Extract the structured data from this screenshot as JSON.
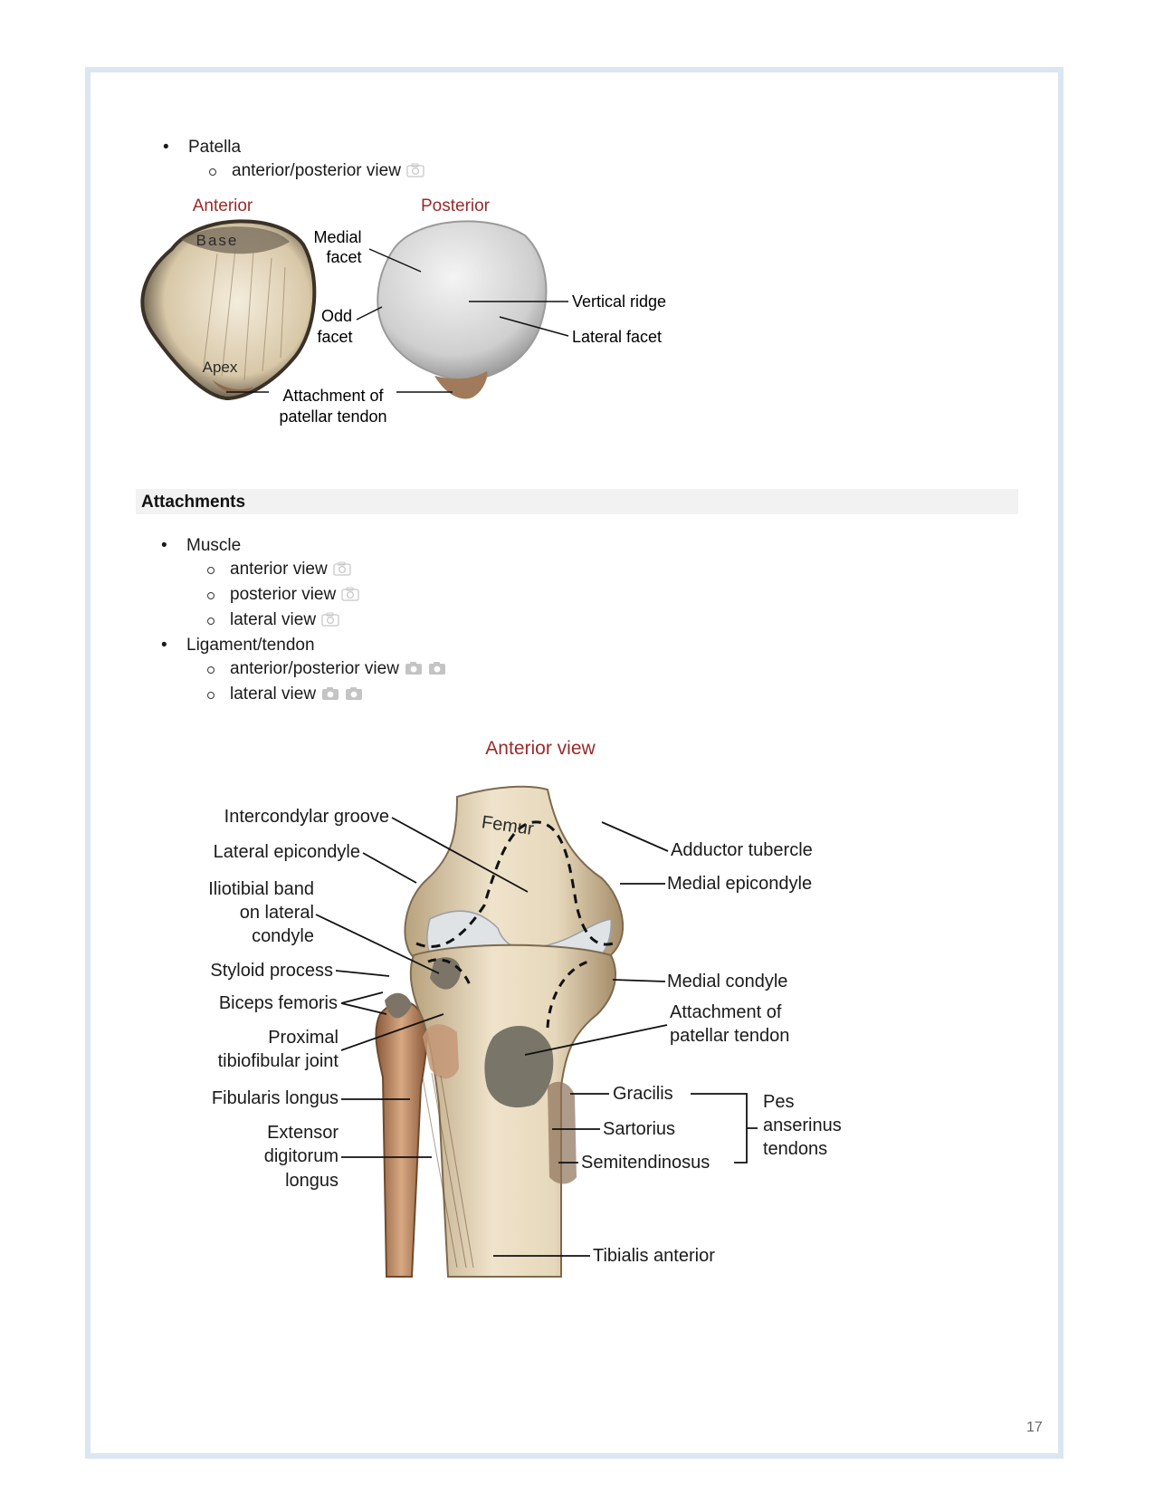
{
  "patella_list": {
    "item": "Patella",
    "sub": "anterior/posterior view"
  },
  "patella_figure": {
    "anterior_title": "Anterior",
    "posterior_title": "Posterior",
    "base": "Base",
    "apex": "Apex",
    "medial_facet_1": "Medial",
    "medial_facet_2": "facet",
    "odd_facet_1": "Odd",
    "odd_facet_2": "facet",
    "vertical_ridge": "Vertical ridge",
    "lateral_facet": "Lateral facet",
    "attachment_1": "Attachment of",
    "attachment_2": "patellar tendon"
  },
  "section": {
    "title": "Attachments"
  },
  "attachments_list": {
    "muscle": "Muscle",
    "muscle_anterior": "anterior view",
    "muscle_posterior": "posterior view",
    "muscle_lateral": "lateral view",
    "ligament": "Ligament/tendon",
    "lig_antpost": "anterior/posterior view",
    "lig_lateral": "lateral view"
  },
  "knee_figure": {
    "title": "Anterior view",
    "femur": "Femur",
    "intercondylar_groove": "Intercondylar groove",
    "lateral_epicondyle": "Lateral epicondyle",
    "iliotibial_1": "Iliotibial band",
    "iliotibial_2": "on lateral",
    "iliotibial_3": "condyle",
    "styloid": "Styloid process",
    "biceps": "Biceps femoris",
    "proximal_1": "Proximal",
    "proximal_2": "tibiofibular joint",
    "fibularis": "Fibularis longus",
    "extensor_1": "Extensor",
    "extensor_2": "digitorum",
    "extensor_3": "longus",
    "adductor": "Adductor tubercle",
    "medial_epicondyle": "Medial epicondyle",
    "medial_condyle": "Medial condyle",
    "attach_1": "Attachment of",
    "attach_2": "patellar tendon",
    "gracilis": "Gracilis",
    "sartorius": "Sartorius",
    "semitendinosus": "Semitendinosus",
    "pes_1": "Pes",
    "pes_2": "anserinus",
    "pes_3": "tendons",
    "tibialis": "Tibialis anterior"
  },
  "colors": {
    "label_red": "#9b2a2a",
    "frame": "#dbe6f3",
    "section_bg": "#f2f2f2"
  },
  "page_number": "17"
}
